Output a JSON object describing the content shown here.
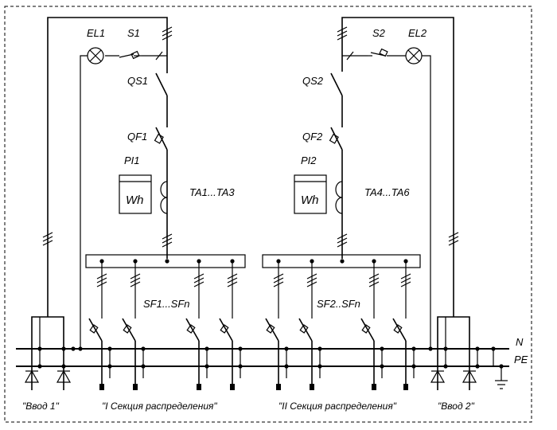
{
  "labels": {
    "lamp1": "EL1",
    "switch1": "S1",
    "lamp2": "EL2",
    "switch2": "S2",
    "disconnector1": "QS1",
    "disconnector2": "QS2",
    "breaker1": "QF1",
    "breaker2": "QF2",
    "meter1": "PI1",
    "meter2": "PI2",
    "meter_symbol": "Wh",
    "ct1": "TA1...TA3",
    "ct2": "TA4...TA6",
    "feeders1": "SF1...SFn",
    "feeders2": "SF2..SFn",
    "bus_n": "N",
    "bus_pe": "PE",
    "input1": "\"Ввод 1\"",
    "section1": "\"I Секция распределения\"",
    "section2": "\"II Секция распределения\"",
    "input2": "\"Ввод 2\""
  }
}
